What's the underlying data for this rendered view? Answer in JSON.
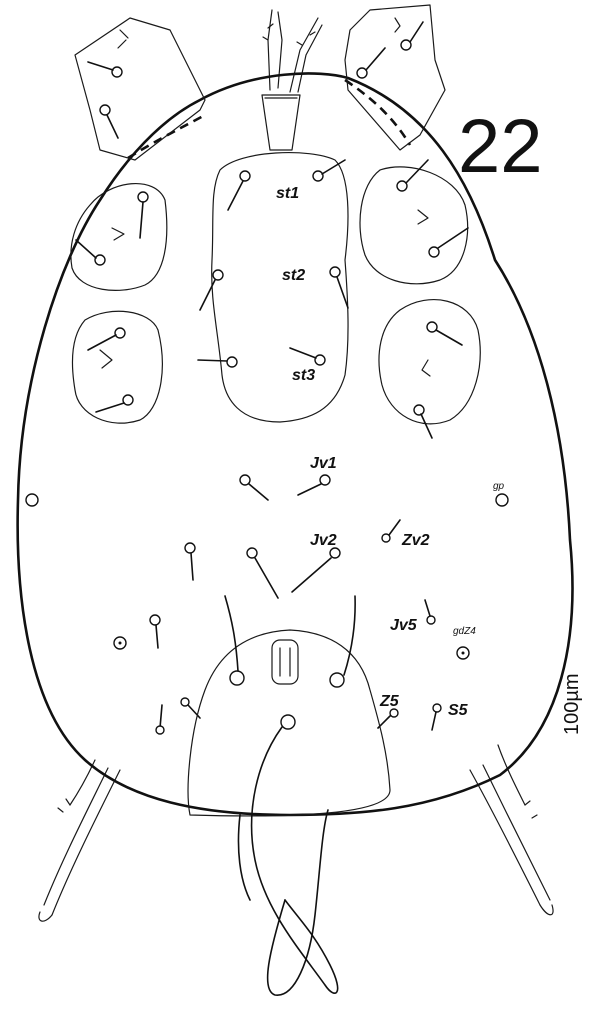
{
  "figure": {
    "number": "22",
    "scale_label": "100µm"
  },
  "labels": {
    "st1": "st1",
    "st2": "st2",
    "st3": "st3",
    "jv1": "Jv1",
    "jv2": "Jv2",
    "zv2": "Zv2",
    "jv5": "Jv5",
    "z5": "Z5",
    "s5": "S5",
    "gp": "gp",
    "gdz4": "gdZ4"
  }
}
